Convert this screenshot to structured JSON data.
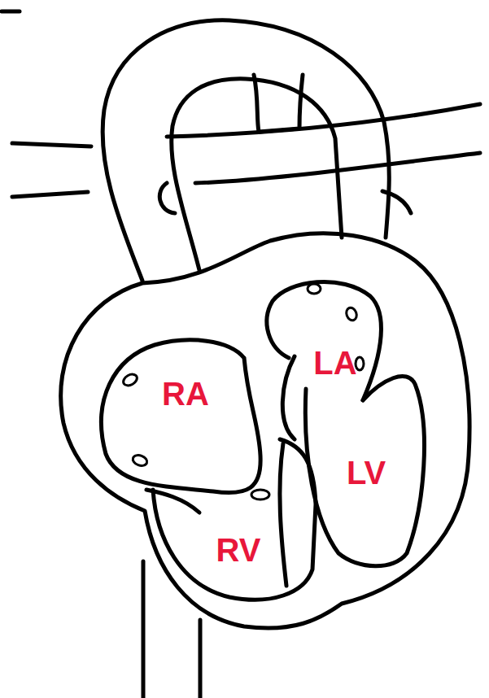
{
  "diagram": {
    "labels": [
      "LA",
      "RA",
      "LV",
      "RV"
    ]
  }
}
